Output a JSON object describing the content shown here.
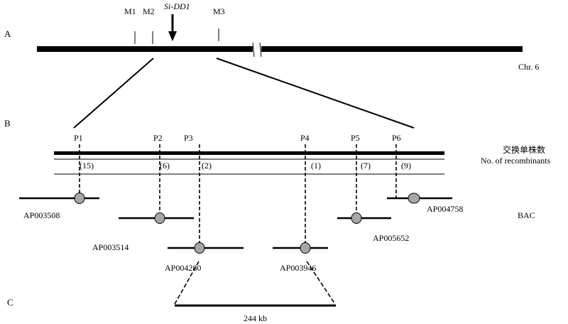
{
  "panels": {
    "a": "A",
    "b": "B",
    "c": "C"
  },
  "chromosome": {
    "label": "Chr. 6",
    "gene": "Si-DD1",
    "markers": [
      "M1",
      "M2",
      "M3"
    ]
  },
  "map": {
    "markers": [
      {
        "name": "P1",
        "recombinants": "(15)"
      },
      {
        "name": "P2",
        "recombinants": "(6)"
      },
      {
        "name": "P3",
        "recombinants": "(2)"
      },
      {
        "name": "P4",
        "recombinants": "(1)"
      },
      {
        "name": "P5",
        "recombinants": "(7)"
      },
      {
        "name": "P6",
        "recombinants": "(9)"
      }
    ],
    "recombinant_label_cn": "交换单株数",
    "recombinant_label_en": "No. of recombinants"
  },
  "bac": {
    "label": "BAC",
    "clones": [
      "AP003508",
      "AP003514",
      "AP004280",
      "AP003946",
      "AP005652",
      "AP004758"
    ]
  },
  "interval": {
    "size": "244 kb"
  }
}
